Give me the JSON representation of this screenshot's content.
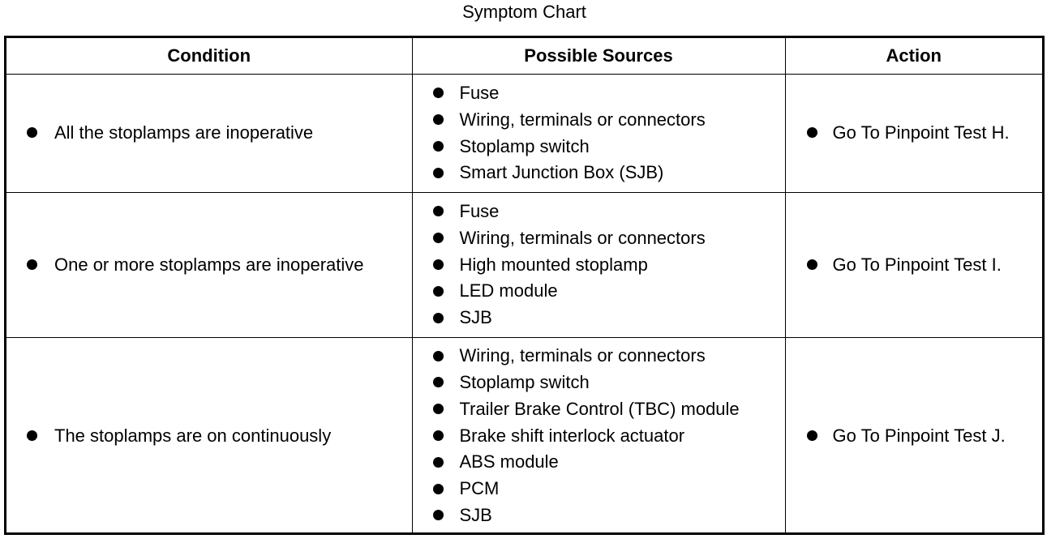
{
  "title": "Symptom Chart",
  "headers": {
    "condition": "Condition",
    "sources": "Possible Sources",
    "action": "Action"
  },
  "rows": [
    {
      "condition": "All the stoplamps are inoperative",
      "sources": [
        "Fuse",
        "Wiring, terminals or connectors",
        "Stoplamp switch",
        "Smart Junction Box (SJB)"
      ],
      "action": "Go To Pinpoint Test H."
    },
    {
      "condition": "One or more stoplamps are inoperative",
      "sources": [
        "Fuse",
        "Wiring, terminals or connectors",
        "High mounted stoplamp",
        "LED module",
        "SJB"
      ],
      "action": "Go To Pinpoint Test I."
    },
    {
      "condition": "The stoplamps are on continuously",
      "sources": [
        "Wiring, terminals or connectors",
        "Stoplamp switch",
        "Trailer Brake Control (TBC) module",
        "Brake shift interlock actuator",
        "ABS module",
        "PCM",
        "SJB"
      ],
      "action": "Go To Pinpoint Test J."
    }
  ]
}
